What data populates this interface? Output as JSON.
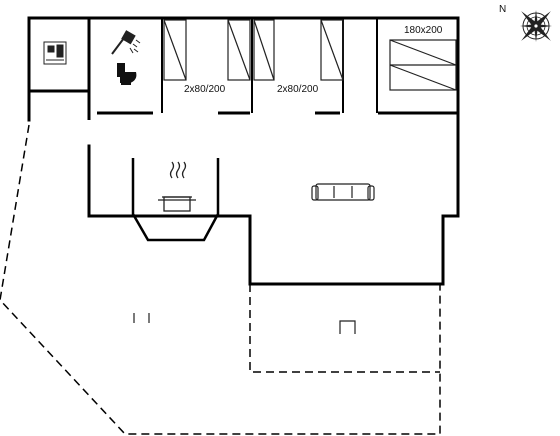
{
  "plan": {
    "colors": {
      "wall": "#000000",
      "fixture": "#222222",
      "background": "#ffffff"
    },
    "labels": {
      "bed_double_size": "180x200",
      "bunks_left_size": "2x80/200",
      "bunks_right_size": "2x80/200"
    },
    "compass": {
      "north_letter": "N",
      "icon": "compass-rose-icon"
    },
    "icons": {
      "washer": "washing-machine-icon",
      "shower": "shower-icon",
      "toilet": "toilet-icon",
      "cooking_pot": "cooking-pot-icon",
      "sofa": "sofa-icon",
      "outdoor_chair": "outdoor-chair-icon",
      "terrace_furniture": "terrace-furniture-icon"
    }
  }
}
